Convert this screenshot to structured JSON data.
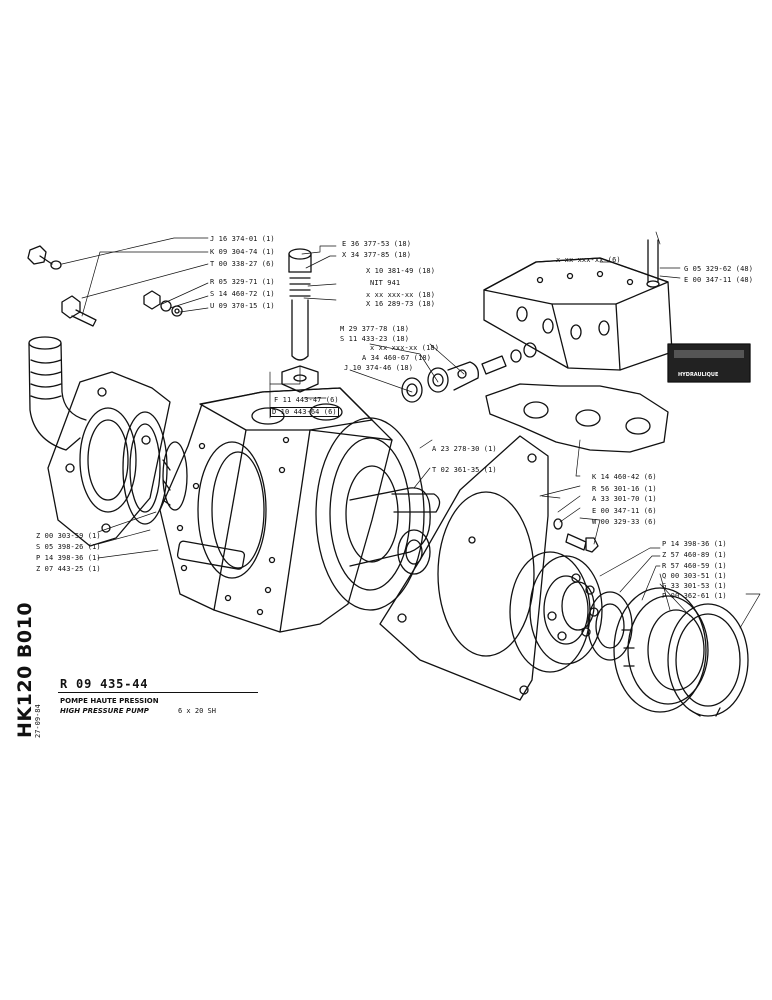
{
  "sheet": {
    "side_code": "HK120 B010",
    "date": "27-09-84",
    "reference": "R 09 435-44",
    "title_fr": "POMPE HAUTE PRESSION",
    "title_en": "HIGH PRESSURE PUMP",
    "model": "6 x 20 SH",
    "plate_text": "HYDRAULIQUE"
  },
  "part_labels": {
    "j16374": "J 16 374-01 (1)",
    "k09304": "K 09 304-74 (1)",
    "t00338": "T 00 338-27 (6)",
    "r05329": "R 05 329-71 (1)",
    "s14460": "S 14 460-72 (1)",
    "u09370": "U 09 370-15 (1)",
    "e36377": "E 36 377-53 (18)",
    "x34377": "X 34 377-85 (18)",
    "x10381": "X 10 381-49 (18)",
    "nit941": "NIT 941",
    "xxxtop": "x xx xxx-xx (18)",
    "x16289": "X 16 289-73 (18)",
    "m29377": "M 29 377-78 (18)",
    "s11433": "S 11 433-23 (18)",
    "xxxmid": "x xx xxx-xx (18)",
    "a34460": "A 34 460-67 (18)",
    "j10374": "J 10 374-46 (18)",
    "xxxhead": "x xx xxx-xx (6)",
    "g05329": "G 05 329-62 (48)",
    "e00347top": "E 00 347-11 (48)",
    "f11443": "F 11 443-47 (6)",
    "d10443": "D 10 443-64 (6)",
    "a23278": "A 23 278-30 (1)",
    "t02361": "T 02 361-35 (1)",
    "k14460": "K 14 460-42 (6)",
    "r56301": "R 56 301-16 (1)",
    "a33301": "A 33 301-70 (1)",
    "e00347": "E 00 347-11 (6)",
    "w00329": "W 00 329-33 (6)",
    "z00303": "Z 00 303-59 (1)",
    "s05398": "S 05 398-26 (1)",
    "p14398left": "P 14 398-36 (1)",
    "z07443": "Z 07 443-25 (1)",
    "p14398right": "P 14 398-36 (1)",
    "z57460": "Z 57 460-89 (1)",
    "r57460": "R 57 460-59 (1)",
    "q00303": "Q 00 303-51 (1)",
    "g33301": "G 33 301-53 (1)",
    "p00362": "P 00 362-61 (1)"
  }
}
